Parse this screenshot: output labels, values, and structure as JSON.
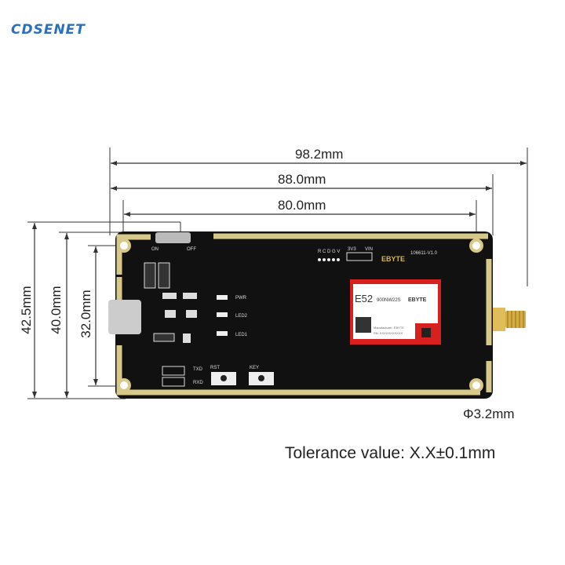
{
  "logo": "CDSENET",
  "dimensions": {
    "overall_length": "98.2mm",
    "board_length": "88.0mm",
    "hole_spacing_x": "80.0mm",
    "overall_height": "42.5mm",
    "board_height": "40.0mm",
    "hole_spacing_y": "32.0mm",
    "hole_diameter": "Φ3.2mm"
  },
  "tolerance": "Tolerance value: X.X±0.1mm",
  "board": {
    "switch_on": "ON",
    "switch_off": "OFF",
    "pwr": "PWR",
    "led2": "LED2",
    "led1": "LED1",
    "txd": "TXD",
    "rxd": "RXD",
    "rst": "RST",
    "key": "KEY",
    "header_pins": "R C D G V",
    "v33": "3V3",
    "vin": "VIN",
    "brand": "EBYTE",
    "version": "106611-V1.0",
    "module_model": "E52",
    "module_sub": "900NW22S",
    "module_manufacturer": "Manufacturer: EBYTE",
    "module_sn": "SN: XXXXXXXXXXX"
  },
  "colors": {
    "pcb": "#111111",
    "gold": "#d8c98a",
    "module_red": "#d8201e",
    "logo": "#2a6fc0"
  }
}
